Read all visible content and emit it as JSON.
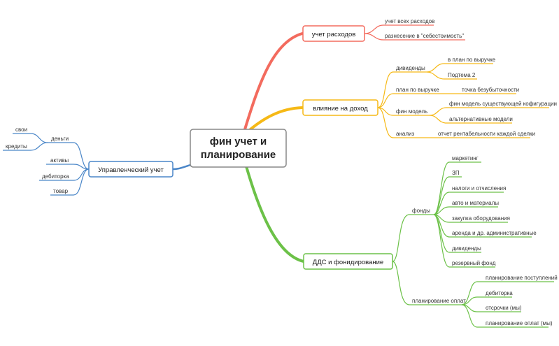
{
  "colors": {
    "expenses": "#f36b5e",
    "income": "#f6b916",
    "cashflow": "#6cc148",
    "management": "#4a86c8",
    "root_border": "#888888",
    "text": "#333333"
  },
  "root": {
    "line1": "фин учет и",
    "line2": "планирование"
  },
  "branches": {
    "expenses": {
      "label": "учет расходов",
      "items": [
        "учет всех расходов",
        "разнесение в \"себестоимость\""
      ]
    },
    "income": {
      "label": "влияние на доход",
      "dividends": {
        "label": "дивиденды",
        "items": [
          "в план по выручке",
          "Подтема 2"
        ]
      },
      "revenue_plan": {
        "label": "план по выручке",
        "items": [
          "точка безубыточности"
        ]
      },
      "fin_model": {
        "label": "фин модель",
        "items": [
          "фин модель существующей кофигурации",
          "альтернативные модели"
        ]
      },
      "analysis": {
        "label": "анализ",
        "items": [
          "отчет рентабельности каждой сделки"
        ]
      }
    },
    "cashflow": {
      "label": "ДДС и фонидирование",
      "funds": {
        "label": "фонды",
        "items": [
          "маркетинг",
          "ЗП",
          "налоги и отчисления",
          "авто и материалы",
          "закупка оборудования",
          "аренда и др. административные",
          "дивиденды",
          "резервный фонд"
        ]
      },
      "payment_plan": {
        "label": "планирование оплат",
        "items": [
          "планирование поступлений",
          "дебиторка",
          "отсрочки (мы)",
          "планирование оплат (мы)"
        ]
      }
    },
    "management": {
      "label": "Управленческий учет",
      "money": {
        "label": "деньги",
        "items": [
          "свои",
          "кредиты"
        ]
      },
      "items": [
        "активы",
        "дебиторка",
        "товар"
      ]
    }
  }
}
